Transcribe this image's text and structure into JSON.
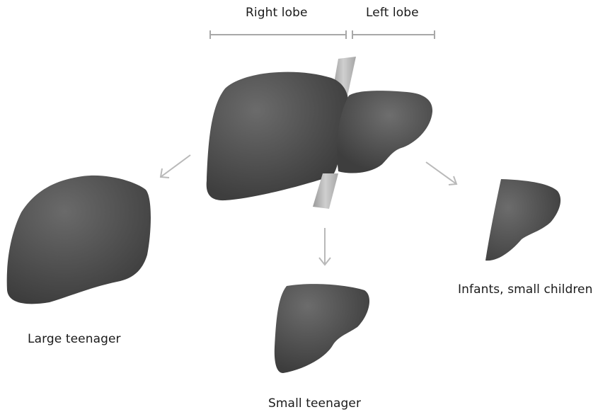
{
  "labels": {
    "right_lobe": "Right lobe",
    "left_lobe": "Left lobe",
    "large_teenager": "Large teenager",
    "small_teenager": "Small teenager",
    "infants": "Infants, small children"
  },
  "colors": {
    "liver_dark": "#3f3f3f",
    "liver_highlight": "#6e6e6e",
    "vessel": "#b4b4b4",
    "arrow": "#b9b9b9",
    "bracket": "#a8a8a8",
    "text": "#1a1a1a"
  },
  "icons": {
    "arrows": [
      "arrow-down-left-icon",
      "arrow-down-icon",
      "arrow-down-right-icon"
    ]
  }
}
